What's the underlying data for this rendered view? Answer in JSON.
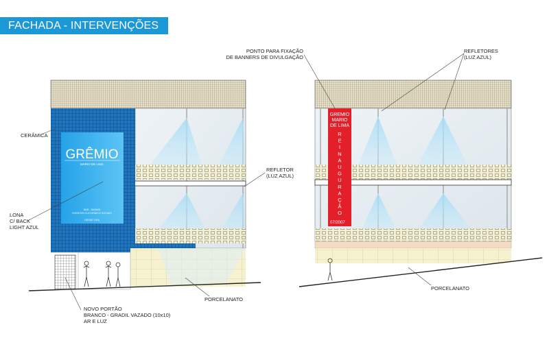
{
  "title": "FACHADA - INTERVENÇÕES",
  "left_facade": {
    "sign": {
      "name": "GRÊMIO",
      "subtitle": "MARIO DE LIMA",
      "line1": "BAR - SHOWS",
      "line2": "EVENTOS CULTURAIS E SOCIAIS",
      "since": "DESDE 1916"
    },
    "labels": {
      "ceramica": "CERÂMICA",
      "lona": [
        "LONA",
        "C/ BACK",
        "LIGHT AZUL"
      ],
      "portao": [
        "NOVO PORTÃO",
        "BRANCO - GRADIL VAZADO (10x10)",
        "AR E LUZ"
      ],
      "porcelanato": "PORCELANATO",
      "refletor": [
        "REFLETOR",
        "(LUZ AZUL)"
      ]
    }
  },
  "right_facade": {
    "banner": {
      "header": [
        "GREMIO",
        "MARIO",
        "DE LIMA"
      ],
      "vertical": [
        "R",
        "E",
        "I",
        "N",
        "A",
        "U",
        "G",
        "U",
        "R",
        "A",
        "Ç",
        "Ã",
        "O"
      ],
      "date": "07/2007"
    },
    "labels": {
      "ponto": [
        "PONTO PARA FIXAÇÃO",
        "DE BANNERS DE DIVULGAÇÃO"
      ],
      "refletores": [
        "REFLETORES",
        "(LUZ AZUL)"
      ],
      "porcelanato": "PORCELANATO"
    }
  },
  "colors": {
    "accent": "#1b98d5",
    "tile_blue": "#1a6fb8",
    "banner_red": "#e3202a",
    "light": "#bfe4f7"
  }
}
